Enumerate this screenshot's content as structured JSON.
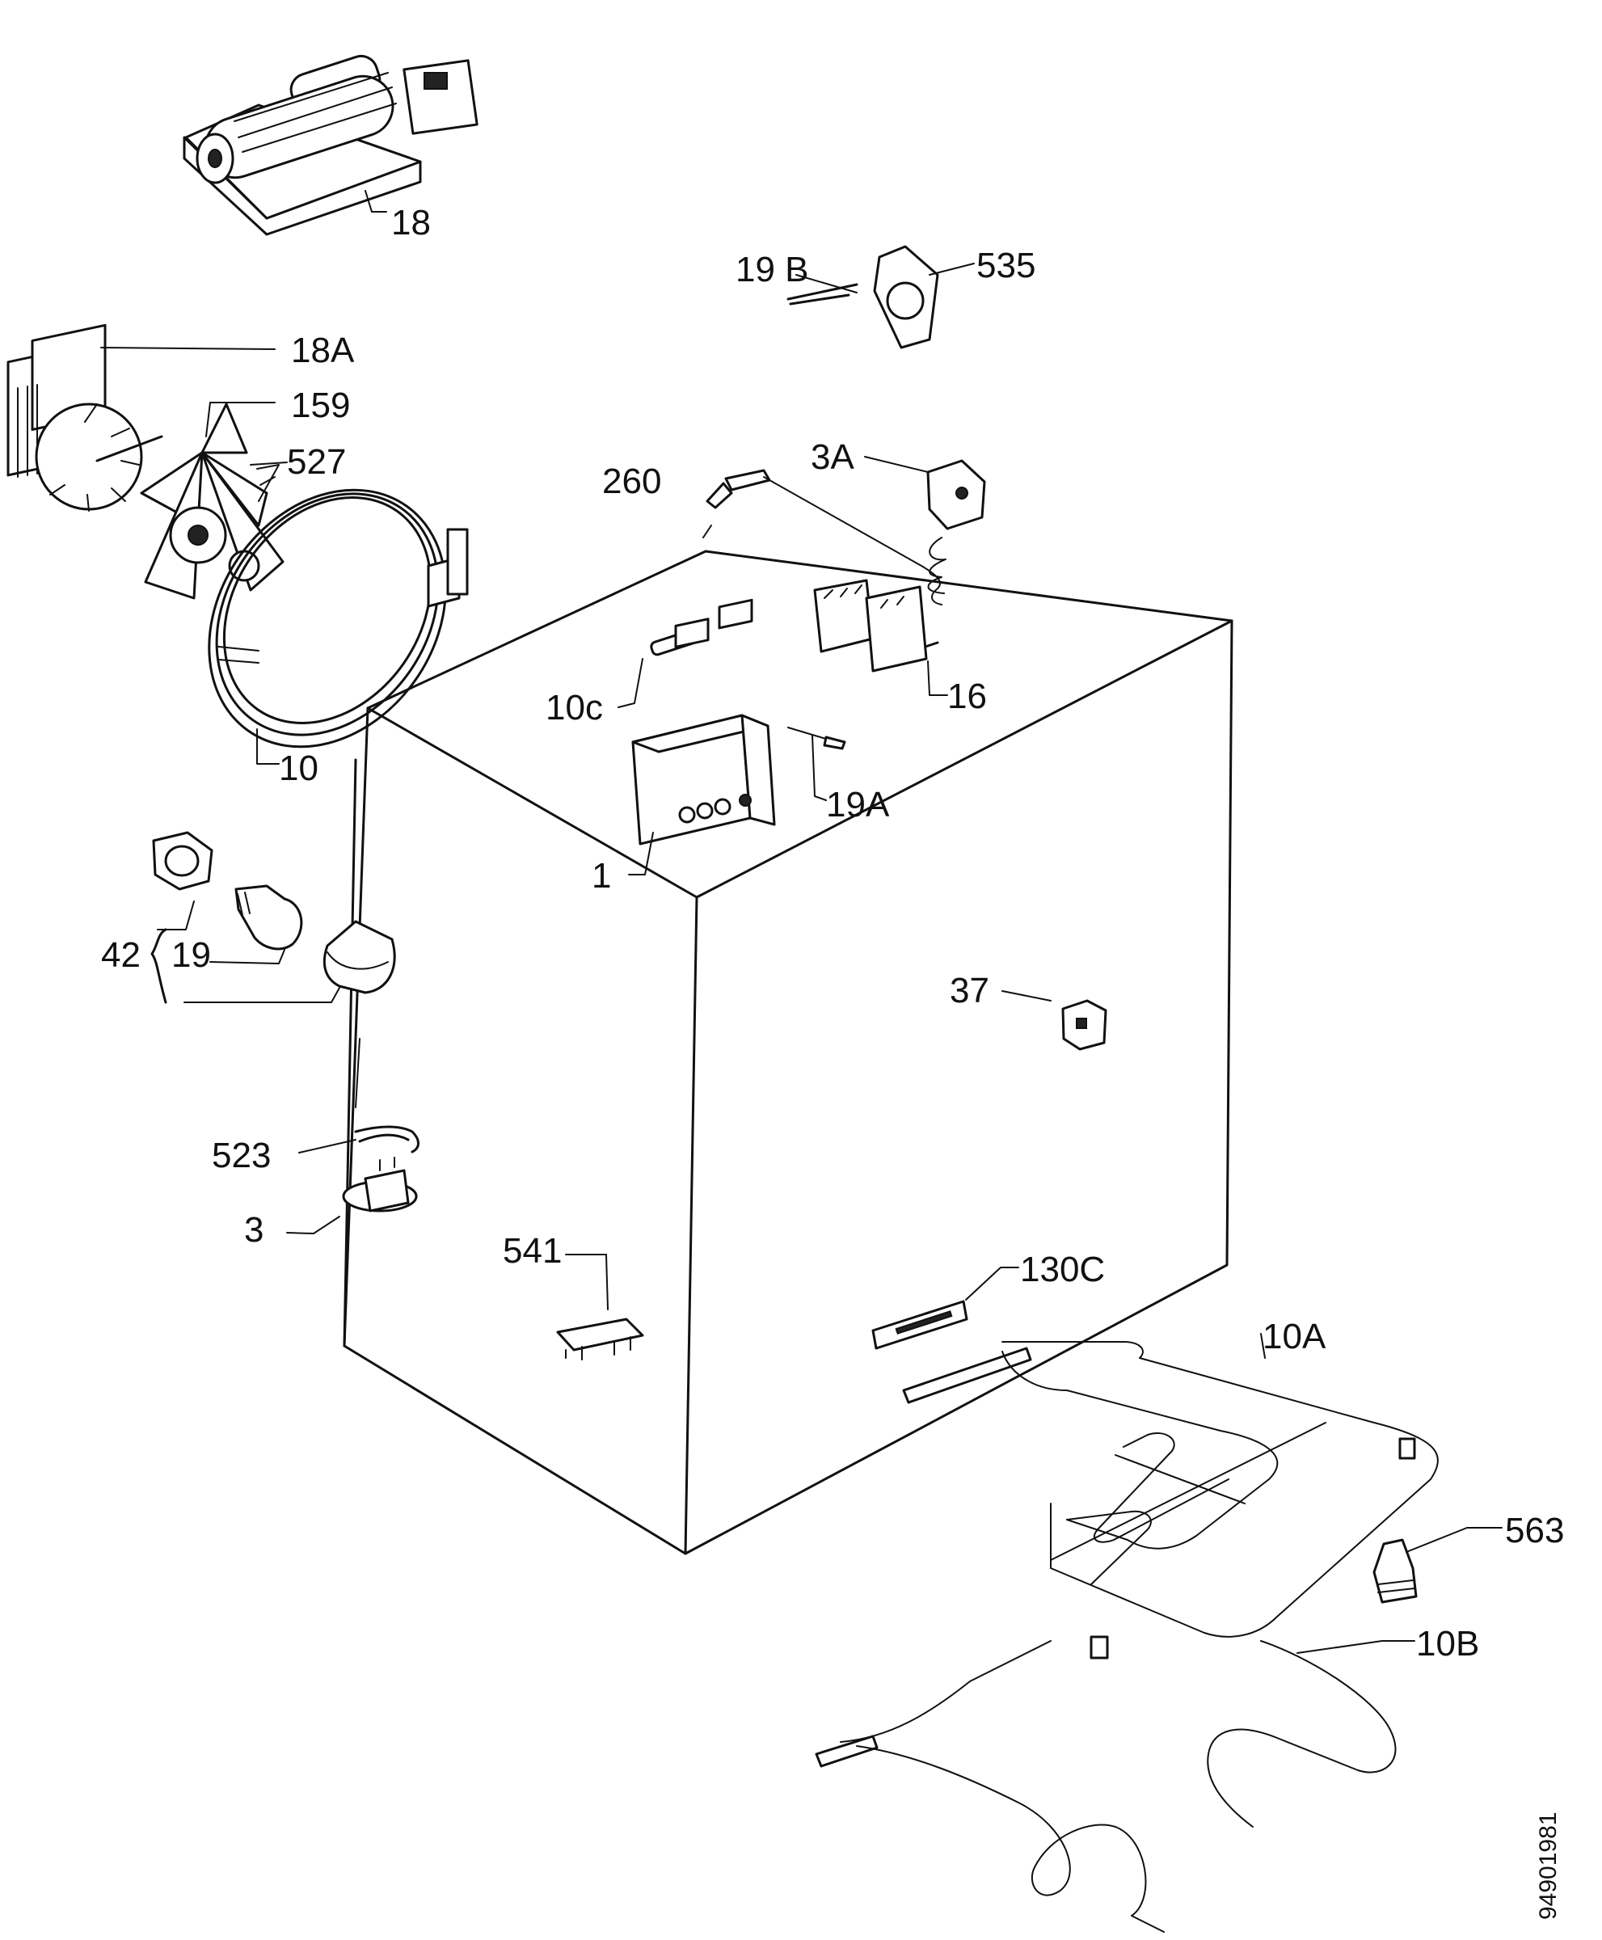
{
  "labels": {
    "p18": "18",
    "p19b": "19 B",
    "p535": "535",
    "p18a": "18A",
    "p159": "159",
    "p527": "527",
    "p260": "260",
    "p3a": "3A",
    "p10c": "10c",
    "p16": "16",
    "p10": "10",
    "p19a": "19A",
    "p1": "1",
    "p42": "42",
    "p19": "19",
    "p37": "37",
    "p523": "523",
    "p3": "3",
    "p541": "541",
    "p130c": "130C",
    "p10a": "10A",
    "p563": "563",
    "p10b": "10B"
  },
  "drawing_code": "94901981"
}
